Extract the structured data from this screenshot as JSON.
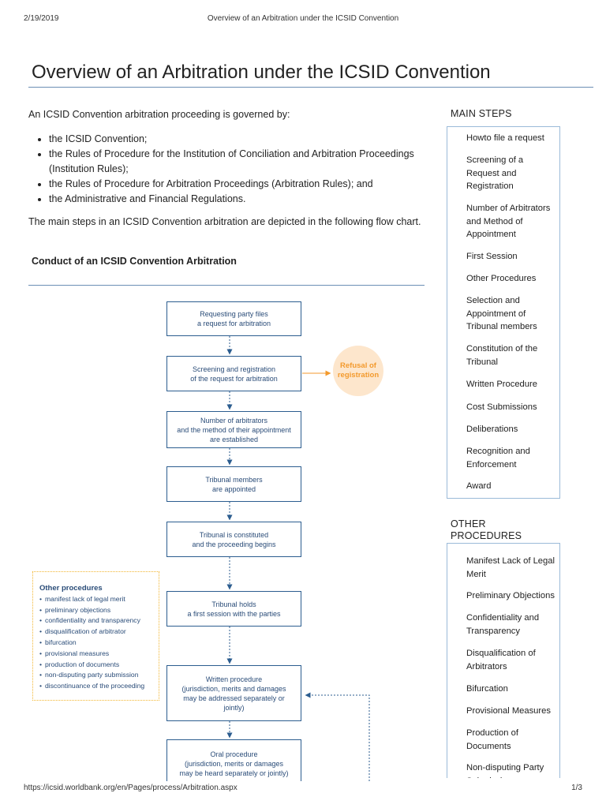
{
  "header": {
    "date": "2/19/2019",
    "title": "Overview of an Arbitration under the ICSID Convention"
  },
  "footer": {
    "url": "https://icsid.worldbank.org/en/Pages/process/Arbitration.aspx",
    "page": "1/3"
  },
  "page_title": "Overview of an Arbitration under the ICSID Convention",
  "intro": "An ICSID Convention arbitration proceeding is governed by:",
  "bullets": [
    "the ICSID Convention;",
    "the Rules of Procedure for the Institution of Conciliation and Arbitration Proceedings (Institution Rules);",
    "the Rules of Procedure for Arbitration Proceedings (Arbitration Rules); and",
    "the Administrative and Financial Regulations."
  ],
  "steps_text": "The main steps in an ICSID Convention arbitration are depicted in the following flow chart.",
  "chart_heading": "Conduct of an ICSID Convention Arbitration",
  "flowchart": {
    "boxes": [
      "Requesting party files\na request for arbitration",
      "Screening and registration\nof the request for arbitration",
      "Number of arbitrators\nand the method of their appointment\nare established",
      "Tribunal members\nare appointed",
      "Tribunal is constituted\nand the proceeding begins",
      "Tribunal holds\na first session with the parties",
      "Written procedure\n(jurisdiction, merits and damages\nmay be addressed separately or jointly)",
      "Oral procedure\n(jurisdiction, merits or damages\nmay be heard separately or jointly)"
    ],
    "refusal": "Refusal of\nregistration",
    "other_title": "Other procedures",
    "other_items": [
      "manifest lack of legal merit",
      "preliminary objections",
      "confidentiality and transparency",
      "disqualification of arbitrator",
      "bifurcation",
      "provisional measures",
      "production of documents",
      "non-disputing party submission",
      "discontinuance of the proceeding"
    ],
    "colors": {
      "box_border": "#2c5d8f",
      "text": "#2a4c78",
      "refusal_fill": "#fde6cc",
      "refusal_text": "#f39a2d",
      "other_border": "#f2b632"
    }
  },
  "sidebar": {
    "main_steps_title": "MAIN STEPS",
    "main_steps": [
      "Howto file a request",
      "Screening of a Request and Registration",
      "Number of Arbitrators and Method of Appointment",
      "First Session",
      "Other Procedures",
      "Selection and Appointment of Tribunal members",
      "Constitution of the Tribunal",
      "Written Procedure",
      "Cost Submissions",
      "Deliberations",
      "Recognition and Enforcement",
      "Award"
    ],
    "other_procedures_title": "OTHER PROCEDURES",
    "other_procedures": [
      "Manifest Lack of Legal Merit",
      "Preliminary Objections",
      "Confidentiality and Transparency",
      "Disqualification of Arbitrators",
      "Bifurcation",
      "Provisional Measures",
      "Production of Documents",
      "Non-disputing Party Submission"
    ]
  }
}
